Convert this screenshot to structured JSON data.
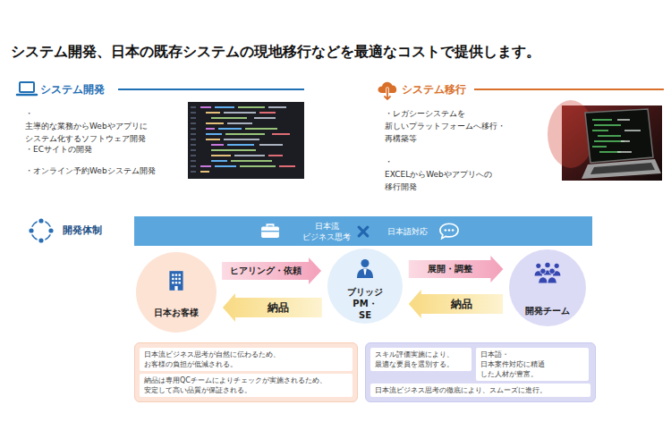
{
  "diagram": {
    "title": "システム開発、日本の既存システムの現地移行などを最適なコストで提供します。",
    "nodes": [
      {
        "text": [
          "日本流 ビジネス思考",
          "日本語対応"
        ]
      },
      {
        "text": [
          "日本お客様"
        ]
      },
      {
        "text": [
          "ブリッジ PM・SE"
        ]
      },
      {
        "text": [
          "開発チーム"
        ]
      },
      {
        "text": []
      },
      {
        "text": [
          "日本流ビジネス思考が自然に伝わるため、 お客様の負担が低減される。"
        ],
        "in": 4
      },
      {
        "text": [
          "納品は専用QCチームによりチェックが実施されるため、 安定して高い品質が保証される。"
        ],
        "in": 4
      },
      {
        "text": []
      },
      {
        "text": [
          "スキル評価実施により、 最適な要員を選別する。"
        ],
        "in": 7
      },
      {
        "text": [
          "日本語・日本案件対応に精通 した人材が豊富。"
        ],
        "in": 7
      },
      {
        "text": [
          "日本流ビジネス思考の徹底により、スムーズに進行。"
        ],
        "in": 7
      }
    ],
    "edges": [
      {
        "from": 1,
        "to": 2,
        "arrow": "to",
        "label": "ヒアリング・依頼"
      },
      {
        "from": 2,
        "to": 1,
        "arrow": "to",
        "label": "納品"
      },
      {
        "from": 2,
        "to": 3,
        "arrow": "to",
        "label": "展開・調整"
      },
      {
        "from": 3,
        "to": 2,
        "arrow": "to",
        "label": "納品"
      }
    ],
    "labels": [
      "システム開発",
      "・主導的な業務からWebやアプリに システム化するソフトウェア開発",
      "・ECサイトの開発",
      "・オンライン予約Webシステム開発",
      "システム移行",
      "・レガシーシステムを 新しいプラットフォームへ移行・ 再構築等",
      "・EXCELからWebやアプリへの 移行開発",
      "開発体制"
    ]
  }
}
